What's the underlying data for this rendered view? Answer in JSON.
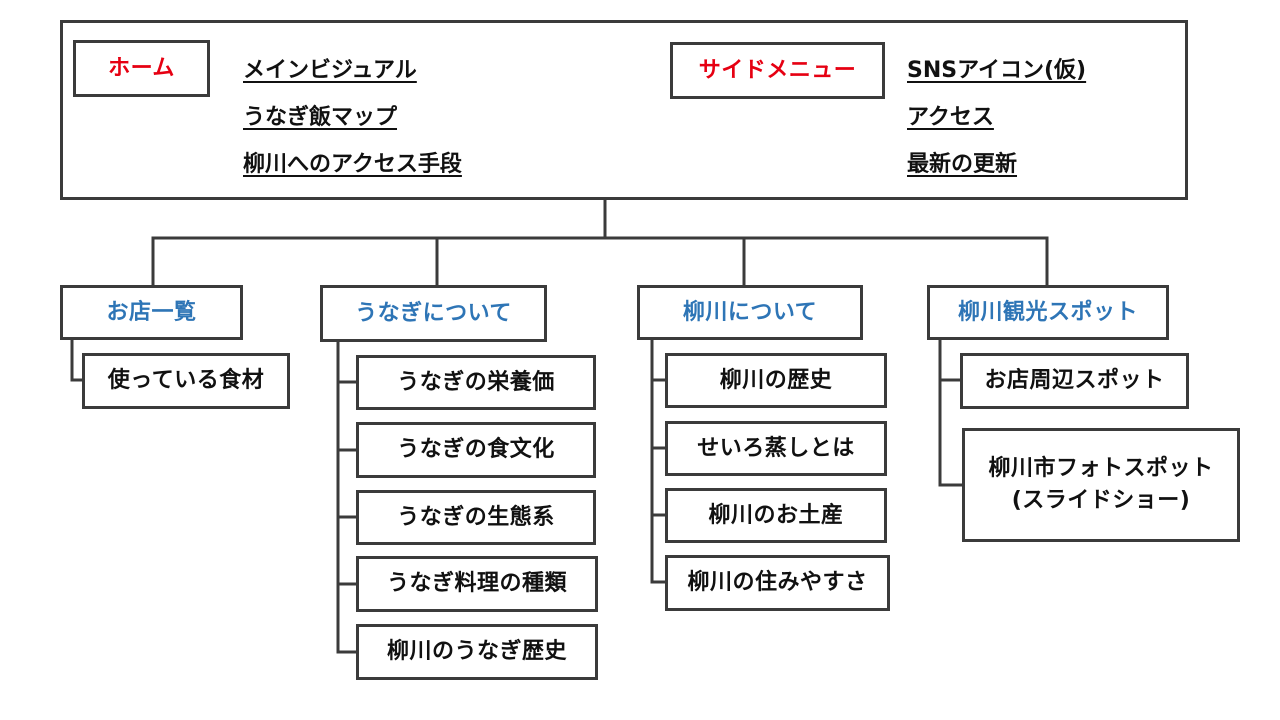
{
  "home": {
    "label": "ホーム",
    "items": [
      "メインビジュアル",
      "うなぎ飯マップ",
      "柳川へのアクセス手段"
    ]
  },
  "side_menu": {
    "label": "サイドメニュー",
    "items": [
      "SNSアイコン(仮)",
      "アクセス",
      "最新の更新"
    ]
  },
  "sections": [
    {
      "label": "お店一覧",
      "children": [
        "使っている食材"
      ]
    },
    {
      "label": "うなぎについて",
      "children": [
        "うなぎの栄養価",
        "うなぎの食文化",
        "うなぎの生態系",
        "うなぎ料理の種類",
        "柳川のうなぎ歴史"
      ]
    },
    {
      "label": "柳川について",
      "children": [
        "柳川の歴史",
        "せいろ蒸しとは",
        "柳川のお土産",
        "柳川の住みやすさ"
      ]
    },
    {
      "label": "柳川観光スポット",
      "children": [
        "お店周辺スポット",
        "柳川市フォトスポット",
        "(スライドショー)"
      ]
    }
  ],
  "colors": {
    "home_label": "#e60012",
    "section_label": "#2e75b6",
    "border": "#3b3b3b"
  }
}
